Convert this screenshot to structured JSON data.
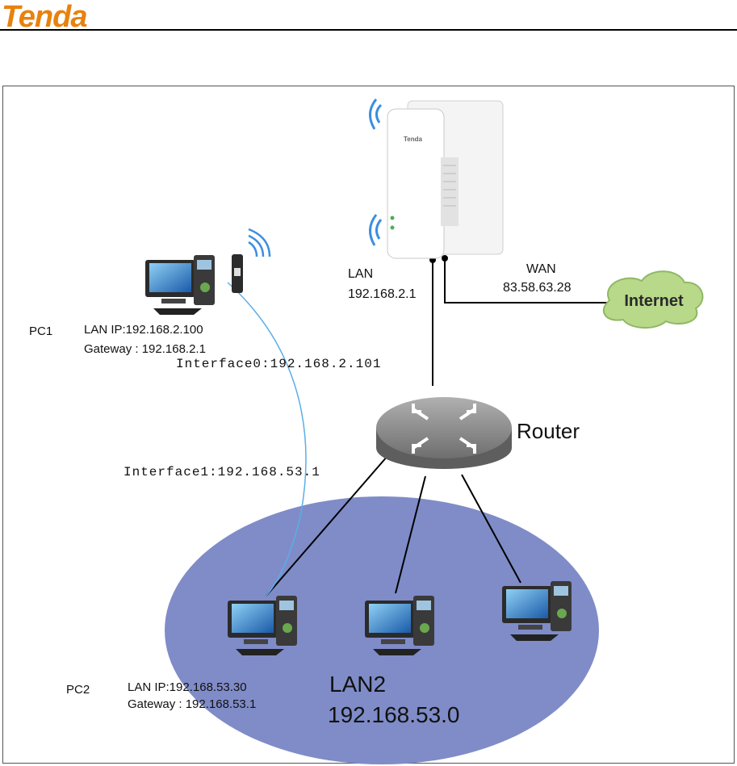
{
  "header": {
    "logo_text": "Tenda",
    "brand_color": "#e8820e"
  },
  "diagram": {
    "device": {
      "lan_label": "LAN",
      "lan_ip": "192.168.2.1",
      "wan_label": "WAN",
      "wan_ip": "83.58.63.28",
      "device_brand": "Tenda"
    },
    "internet_label": "Internet",
    "router_label": "Router",
    "pc1": {
      "name": "PC1",
      "ip_line": "LAN IP:192.168.2.100",
      "gateway_line": "Gateway : 192.168.2.1"
    },
    "interface0": "Interface0:192.168.2.101",
    "interface1": "Interface1:192.168.53.1",
    "pc2": {
      "name": "PC2",
      "ip_line": "LAN IP:192.168.53.30",
      "gateway_line": "Gateway : 192.168.53.1"
    },
    "lan2": {
      "name": "LAN2",
      "network": "192.168.53.0"
    },
    "colors": {
      "lan_ellipse": "#7f8cc8",
      "cloud": "#b8d98a",
      "wire": "#000000",
      "wifi": "#3a8fe0",
      "router_body": "#8c8c8c"
    }
  }
}
